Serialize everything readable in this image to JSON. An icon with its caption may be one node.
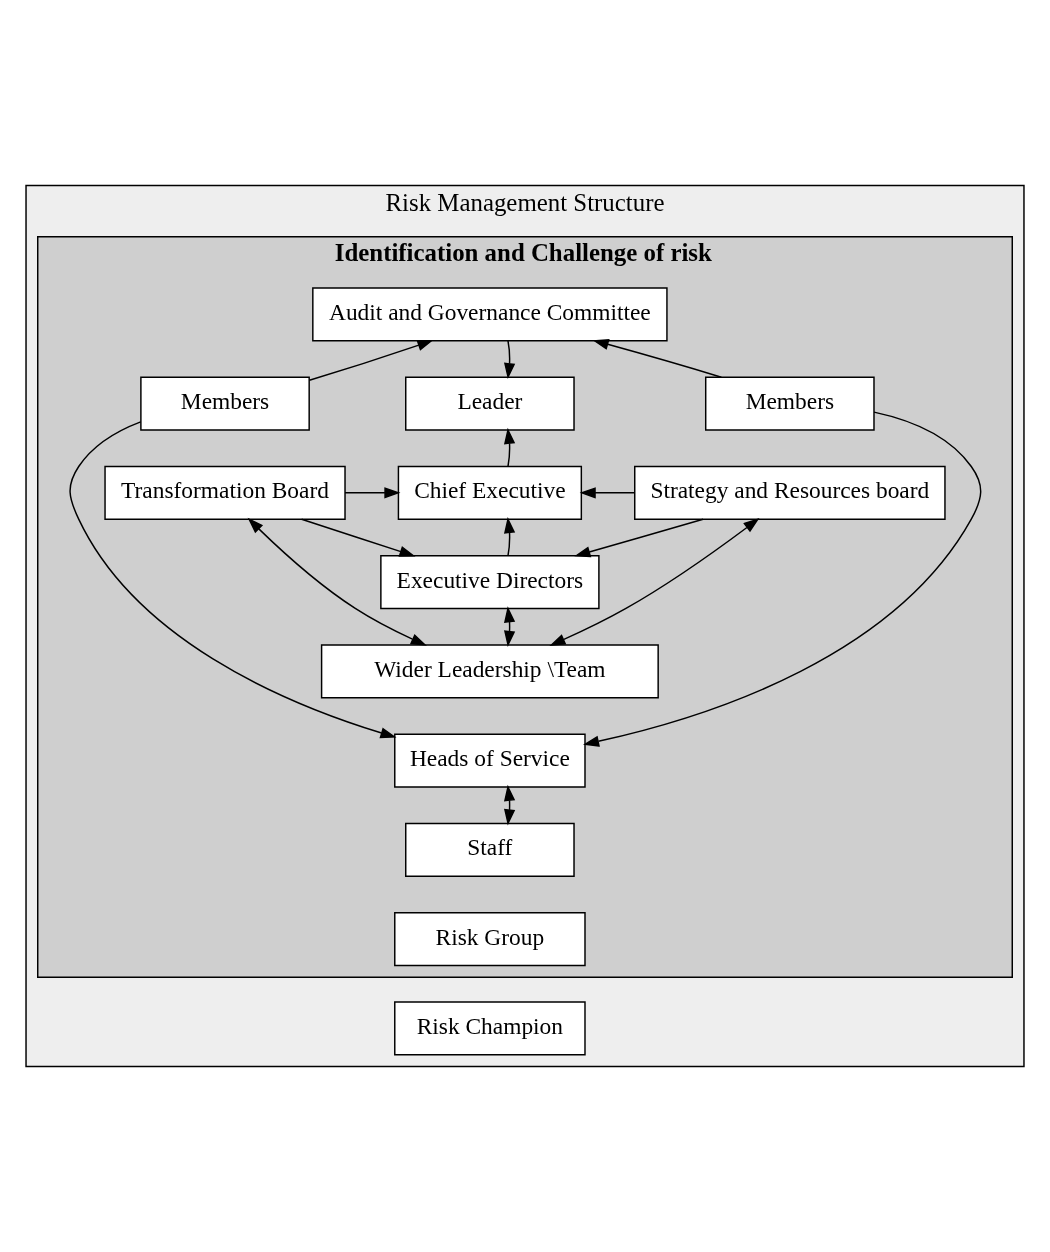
{
  "diagram": {
    "nodes": [
      {
        "text": [
          "Risk Management Structure"
        ]
      },
      {
        "text": [
          "Identification and Challenge of risk"
        ],
        "in": 0
      },
      {
        "text": [
          "Audit and Governance Committee"
        ],
        "in": 1
      },
      {
        "text": [
          "Members"
        ],
        "in": 1
      },
      {
        "text": [
          "Leader"
        ],
        "in": 1
      },
      {
        "text": [
          "Members"
        ],
        "in": 1
      },
      {
        "text": [
          "Transformation Board"
        ],
        "in": 1
      },
      {
        "text": [
          "Chief Executive"
        ],
        "in": 1
      },
      {
        "text": [
          "Strategy and Resources board"
        ],
        "in": 1
      },
      {
        "text": [
          "Executive Directors"
        ],
        "in": 1
      },
      {
        "text": [
          "Wider Leadership \\Team"
        ],
        "in": 1
      },
      {
        "text": [
          "Heads of Service"
        ],
        "in": 1
      },
      {
        "text": [
          "Staff"
        ],
        "in": 1
      },
      {
        "text": [
          "Risk Group"
        ],
        "in": 1
      },
      {
        "text": [
          "Risk Champion"
        ],
        "in": 0
      }
    ],
    "edges": [
      {
        "from": 3,
        "to": 2,
        "arrow": "to"
      },
      {
        "from": 5,
        "to": 2,
        "arrow": "to"
      },
      {
        "from": 2,
        "to": 4,
        "arrow": "to"
      },
      {
        "from": 7,
        "to": 4,
        "arrow": "to"
      },
      {
        "from": 6,
        "to": 7,
        "arrow": "to"
      },
      {
        "from": 8,
        "to": 7,
        "arrow": "to"
      },
      {
        "from": 9,
        "to": 7,
        "arrow": "to"
      },
      {
        "from": 6,
        "to": 9,
        "arrow": "to"
      },
      {
        "from": 8,
        "to": 9,
        "arrow": "to"
      },
      {
        "from": 6,
        "to": 10,
        "arrow": "both"
      },
      {
        "from": 9,
        "to": 10,
        "arrow": "both"
      },
      {
        "from": 8,
        "to": 10,
        "arrow": "both"
      },
      {
        "from": 3,
        "to": 11,
        "arrow": "to"
      },
      {
        "from": 5,
        "to": 11,
        "arrow": "to"
      },
      {
        "from": 11,
        "to": 12,
        "arrow": "both"
      }
    ]
  }
}
